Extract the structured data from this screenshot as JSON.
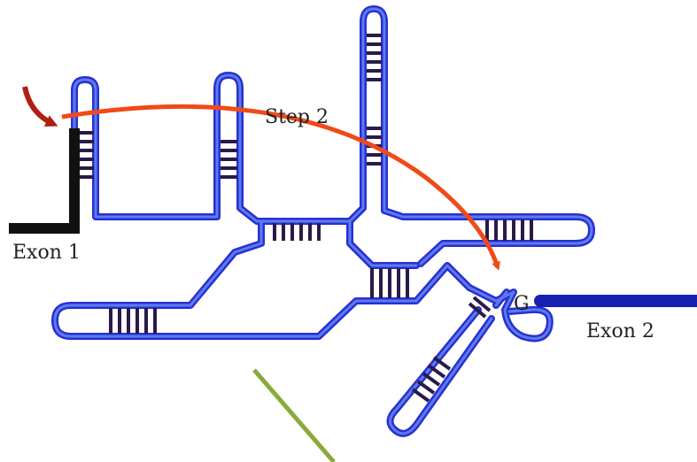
{
  "labels": {
    "exon1": "Exon 1",
    "exon2": "Exon 2",
    "step": "Step 2",
    "g": "G"
  },
  "colors": {
    "rna_outer": "#2a2fd0",
    "rna_inner": "#5a7cf0",
    "base_pair": "#2a1a4a",
    "exon1": "#111111",
    "exon2": "#1520b0",
    "attack_arrow": "#f04a18",
    "entry_arrow": "#b02010",
    "pointer_line": "#8aaa3a"
  },
  "icons": {
    "entry_arrow": "curved-arrow-icon",
    "attack_arrow": "long-curved-arrow-icon"
  }
}
